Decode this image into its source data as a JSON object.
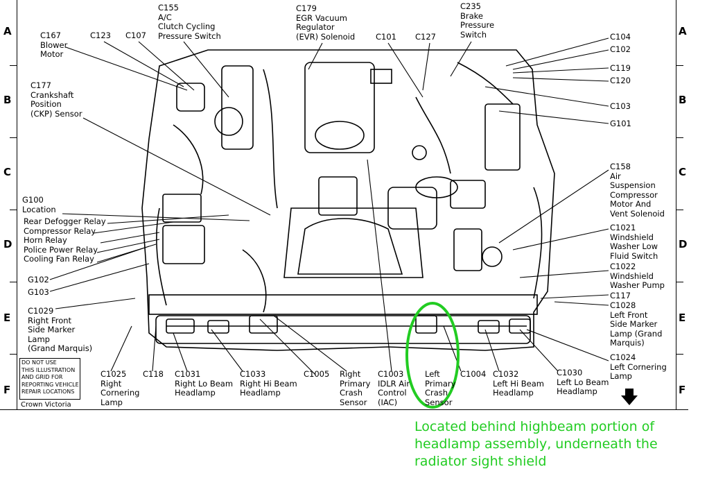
{
  "grid": {
    "rows": [
      "A",
      "B",
      "C",
      "D",
      "E",
      "F"
    ]
  },
  "callouts": {
    "c167": "C167\nBlower\nMotor",
    "c123": "C123",
    "c107": "C107",
    "c155": "C155\nA/C\nClutch Cycling\nPressure Switch",
    "c179": "C179\nEGR Vacuum\nRegulator\n(EVR) Solenoid",
    "c101": "C101",
    "c127": "C127",
    "c235": "C235\nBrake\nPressure\nSwitch",
    "c104": "C104",
    "c102": "C102",
    "c119": "C119",
    "c120": "C120",
    "c103": "C103",
    "g101": "G101",
    "c177": "C177\nCrankshaft\nPosition\n(CKP) Sensor",
    "g100": "G100\nLocation",
    "relays": "Rear Defogger Relay\nCompressor Relay\nHorn Relay\nPolice Power Relay\nCooling Fan Relay",
    "g102": "G102",
    "g103": "G103",
    "c1029": "C1029\nRight Front\nSide Marker\nLamp\n(Grand Marquis)",
    "c158": "C158\nAir\nSuspension\nCompressor\nMotor And\nVent Solenoid",
    "c1021": "C1021\nWindshield\nWasher Low\nFluid Switch",
    "c1022": "C1022\nWindshield\nWasher Pump",
    "c117": "C117",
    "c1028": "C1028\nLeft Front\nSide Marker\nLamp (Grand\nMarquis)",
    "c1024": "C1024\nLeft Cornering\nLamp",
    "c1025": "C1025\nRight\nCornering\nLamp",
    "c118": "C118",
    "c1031": "C1031\nRight Lo Beam\nHeadlamp",
    "c1033": "C1033\nRight Hi Beam\nHeadlamp",
    "c1005": "C1005",
    "right_crash": "Right\nPrimary\nCrash\nSensor",
    "c1003": "C1003\nIDLR Air\nControl\n(IAC)",
    "left_crash": "Left\nPrimary\nCrash\nSensor",
    "c1004": "C1004",
    "c1032": "C1032\nLeft Hi Beam\nHeadlamp",
    "c1030": "C1030\nLeft Lo Beam\nHeadlamp"
  },
  "disclaimer": "DO NOT USE\nTHIS ILLUSTRATION\nAND GRID FOR\nREPORTING VEHICLE\nREPAIR LOCATIONS",
  "model": "Crown Victoria",
  "annotation": "Located behind highbeam portion of\nheadlamp assembly, underneath the\nradiator sight shield",
  "colors": {
    "highlight": "#22cc22"
  },
  "icons": [
    "down-arrow-icon"
  ]
}
